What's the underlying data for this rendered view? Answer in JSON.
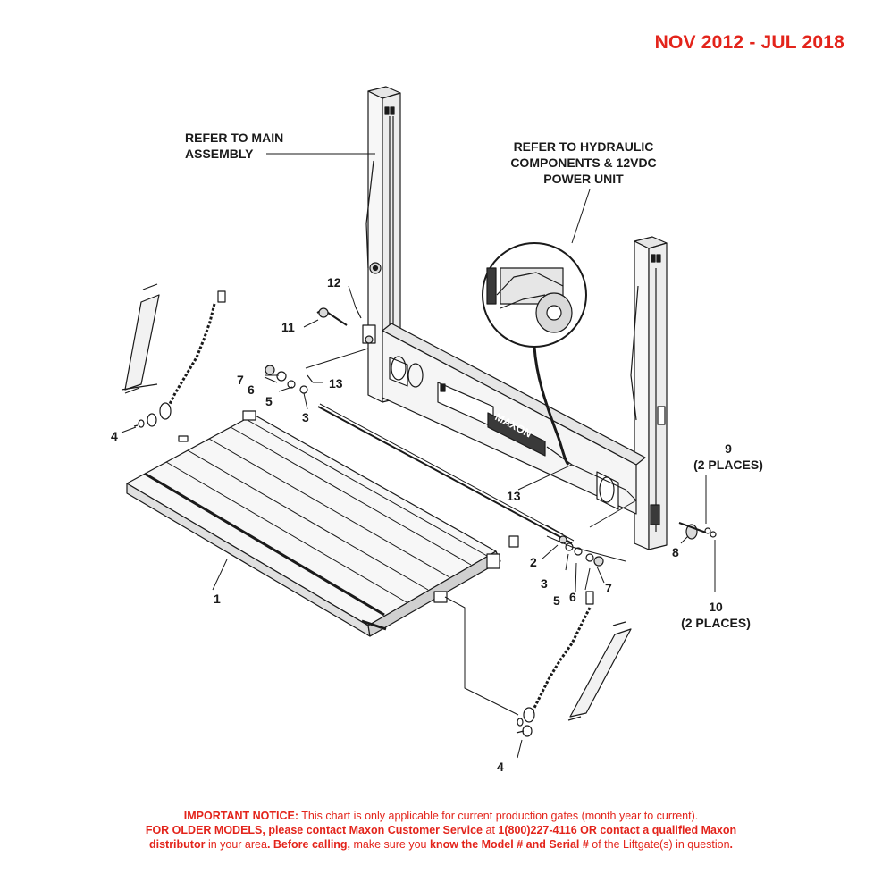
{
  "header": {
    "date_range": "NOV 2012 - JUL 2018"
  },
  "callouts": {
    "main_assembly_1": "REFER TO MAIN",
    "main_assembly_2": "ASSEMBLY",
    "hydraulic_1": "REFER TO HYDRAULIC",
    "hydraulic_2": "COMPONENTS & 12VDC",
    "hydraulic_3": "POWER UNIT",
    "item9_num": "9",
    "item9_places": "(2 PLACES)",
    "item10_num": "10",
    "item10_places": "(2 PLACES)"
  },
  "part_numbers": {
    "p1": "1",
    "p2": "2",
    "p3a": "3",
    "p3b": "3",
    "p4a": "4",
    "p4b": "4",
    "p5a": "5",
    "p5b": "5",
    "p6a": "6",
    "p6b": "6",
    "p7a": "7",
    "p7b": "7",
    "p8": "8",
    "p11": "11",
    "p12": "12",
    "p13a": "13",
    "p13b": "13"
  },
  "notice": {
    "l1_bold": "IMPORTANT NOTICE:",
    "l1_text": " This chart is only applicable for current production gates (month year to current).",
    "l2_bold1": "FOR OLDER MODELS, please contact Maxon Customer Service",
    "l2_text1": " at ",
    "l2_bold2": "1(800)227-4116 OR contact a qualified Maxon",
    "l3_bold1": "distributor",
    "l3_text1": " in your area",
    "l3_bold2": ". Before calling,",
    "l3_text2": " make sure you ",
    "l3_bold3": "know the Model # and Serial #",
    "l3_text3": " of the Liftgate(s) in question",
    "l3_end": "."
  },
  "graphics": {
    "logo_text": "MAXON"
  },
  "colors": {
    "red": "#e3241b",
    "line": "#1a1a1a",
    "fill_light": "#f2f2f2",
    "fill_mid": "#d9d9d9",
    "fill_dark": "#3a3a3a"
  }
}
